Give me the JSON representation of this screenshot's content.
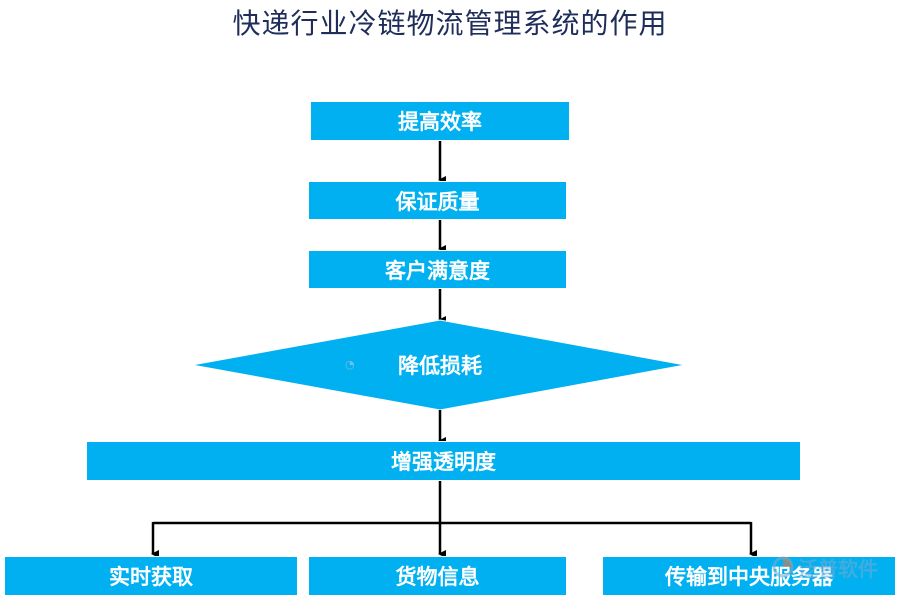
{
  "title": "快递行业冷链物流管理系统的作用",
  "steps": {
    "s1": "提高效率",
    "s2": "保证质量",
    "s3": "客户满意度",
    "s4": "降低损耗",
    "s5": "增强透明度"
  },
  "branches": {
    "b1": "实时获取",
    "b2": "货物信息",
    "b3": "传输到中央服务器"
  },
  "watermark": "泛普软件",
  "colors": {
    "box": "#00b0f0",
    "title": "#1f2d5a",
    "line": "#000000"
  }
}
